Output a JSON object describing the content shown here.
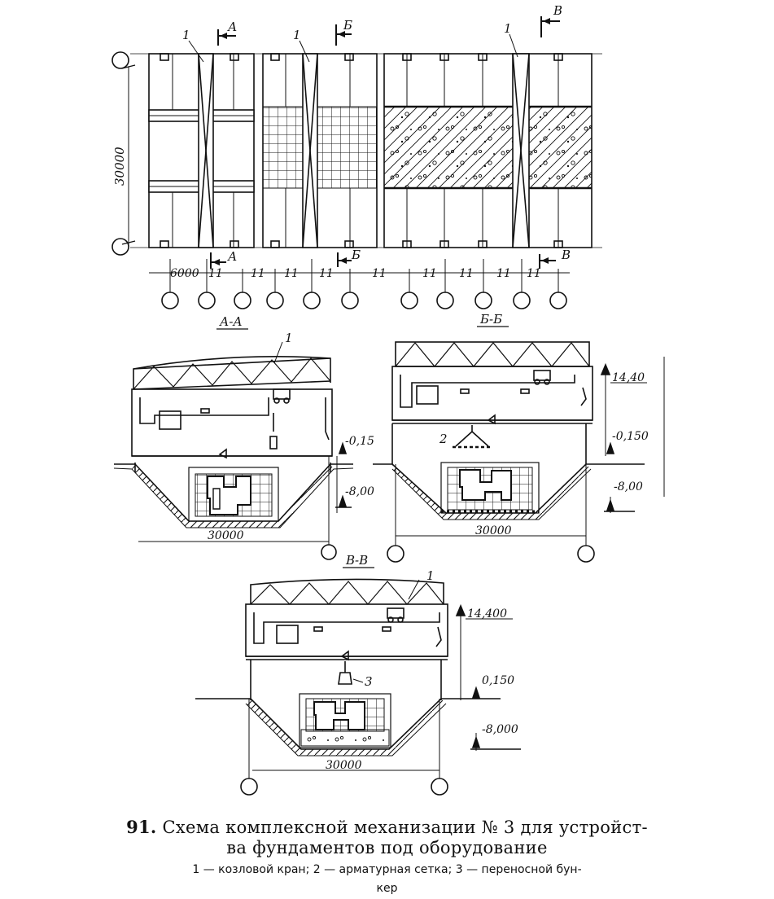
{
  "plan": {
    "crane_label": "1",
    "section_marks": [
      "А",
      "Б",
      "В"
    ],
    "dim_vertical": "30000",
    "dim_first_span": "6000",
    "span_code": "11",
    "dim_vertical_value": 30000,
    "dim_first_span_value": 6000
  },
  "sections": {
    "aa": {
      "title": "А-А",
      "label_crane": "1",
      "elev_top": "-0,15",
      "elev_bottom": "-8,00",
      "width": "30000"
    },
    "bb": {
      "title": "Б-Б",
      "label_mesh": "2",
      "elev_rail": "14,40",
      "elev_top": "-0,150",
      "elev_bottom": "-8,00",
      "width": "30000"
    },
    "vv": {
      "title": "В-В",
      "label_crane": "1",
      "label_hopper": "3",
      "elev_rail": "14,400",
      "elev_top": "0,150",
      "elev_bottom": "-8,000",
      "width": "30000"
    }
  },
  "caption": {
    "number": "91.",
    "title_line1": "Схема комплексной механизации № 3 для устройст-",
    "title_line2": "ва фундаментов под оборудование",
    "legend_line1": "1 — козловой кран; 2 — арматурная сетка; 3 — переносной бун-",
    "legend_line2": "кер"
  },
  "colors": {
    "ink": "#111111",
    "paper": "#ffffff"
  }
}
